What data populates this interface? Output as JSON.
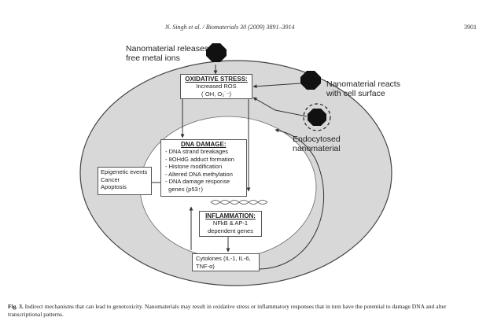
{
  "header": {
    "citation": "N. Singh et al. / Biomaterials 30 (2009) 3891–3914",
    "page_number": "3901"
  },
  "figure": {
    "labels": {
      "releases_line1": "Nanomaterial releases",
      "releases_line2": "free metal ions",
      "reacts_line1": "Nanomaterial reacts",
      "reacts_line2": "with cell surface",
      "endocytosed_line1": "Endocytosed",
      "endocytosed_line2": "nanomaterial"
    },
    "oxidative_box": {
      "title": "OXIDATIVE STRESS:",
      "line1": "Increased ROS",
      "line2": "(˙OH, O₂˙⁻)"
    },
    "dna_box": {
      "title": "DNA DAMAGE:",
      "items": [
        "- DNA strand breakages",
        "- 8OHdG adduct formation",
        "- Histone modification",
        "- Altered DNA methylation",
        "- DNA damage response",
        "  genes (p53↑)"
      ]
    },
    "epigenetic_box": {
      "items": [
        "Epigenetic events",
        "Cancer",
        "Apoptosis"
      ]
    },
    "inflammation_box": {
      "title": "INFLAMMATION:",
      "line1": "NFkB & AP-1",
      "line2": "dependent genes"
    },
    "cytokines_box": {
      "line1": "Cytokines (IL-1, IL-6,",
      "line2": "TNF-α)"
    }
  },
  "caption": {
    "label": "Fig. 3.",
    "text": " Indirect mechanisms that can lead to genotoxicity. Nanomaterials may result in oxidative stress or inflammatory responses that in turn have the potential to damage DNA and alter transcriptional patterns."
  }
}
